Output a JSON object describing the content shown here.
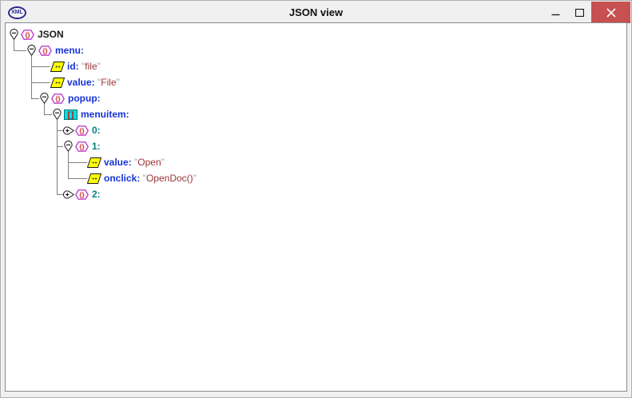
{
  "window": {
    "title": "JSON view",
    "icon_label": "XML",
    "controls": {
      "minimize": "minimize",
      "maximize": "maximize",
      "close": "close"
    }
  },
  "colors": {
    "close_button_bg": "#C75050",
    "titlebar_bg": "#f0f0f0",
    "key_blue": "#1733d4",
    "index_teal": "#008080",
    "value_red": "#9c3434",
    "quote_gray": "#a2a2a2",
    "tree_line_gray": "#7e7e7e",
    "object_icon_outline": "#c23bd6",
    "object_icon_braces": "#c02828",
    "array_icon_bg": "#00e0e0",
    "array_icon_brackets": "#d40000",
    "property_icon_fill": "#ffff00"
  },
  "tree": {
    "root": {
      "label": "JSON",
      "label_style": "root",
      "kind": "object",
      "state": "expanded",
      "children": [
        {
          "label": "menu:",
          "kind": "object",
          "state": "expanded",
          "children": [
            {
              "label": "id:",
              "kind": "property",
              "value": "file"
            },
            {
              "label": "value:",
              "kind": "property",
              "value": "File"
            },
            {
              "label": "popup:",
              "kind": "object",
              "state": "expanded",
              "children": [
                {
                  "label": "menuitem:",
                  "kind": "array",
                  "state": "expanded",
                  "children": [
                    {
                      "label": "0:",
                      "label_style": "index",
                      "kind": "object",
                      "state": "collapsed"
                    },
                    {
                      "label": "1:",
                      "label_style": "index",
                      "kind": "object",
                      "state": "expanded",
                      "children": [
                        {
                          "label": "value:",
                          "kind": "property",
                          "value": "Open"
                        },
                        {
                          "label": "onclick:",
                          "kind": "property",
                          "value": "OpenDoc()"
                        }
                      ]
                    },
                    {
                      "label": "2:",
                      "label_style": "index",
                      "kind": "object",
                      "state": "collapsed"
                    }
                  ]
                }
              ]
            }
          ]
        }
      ]
    }
  }
}
